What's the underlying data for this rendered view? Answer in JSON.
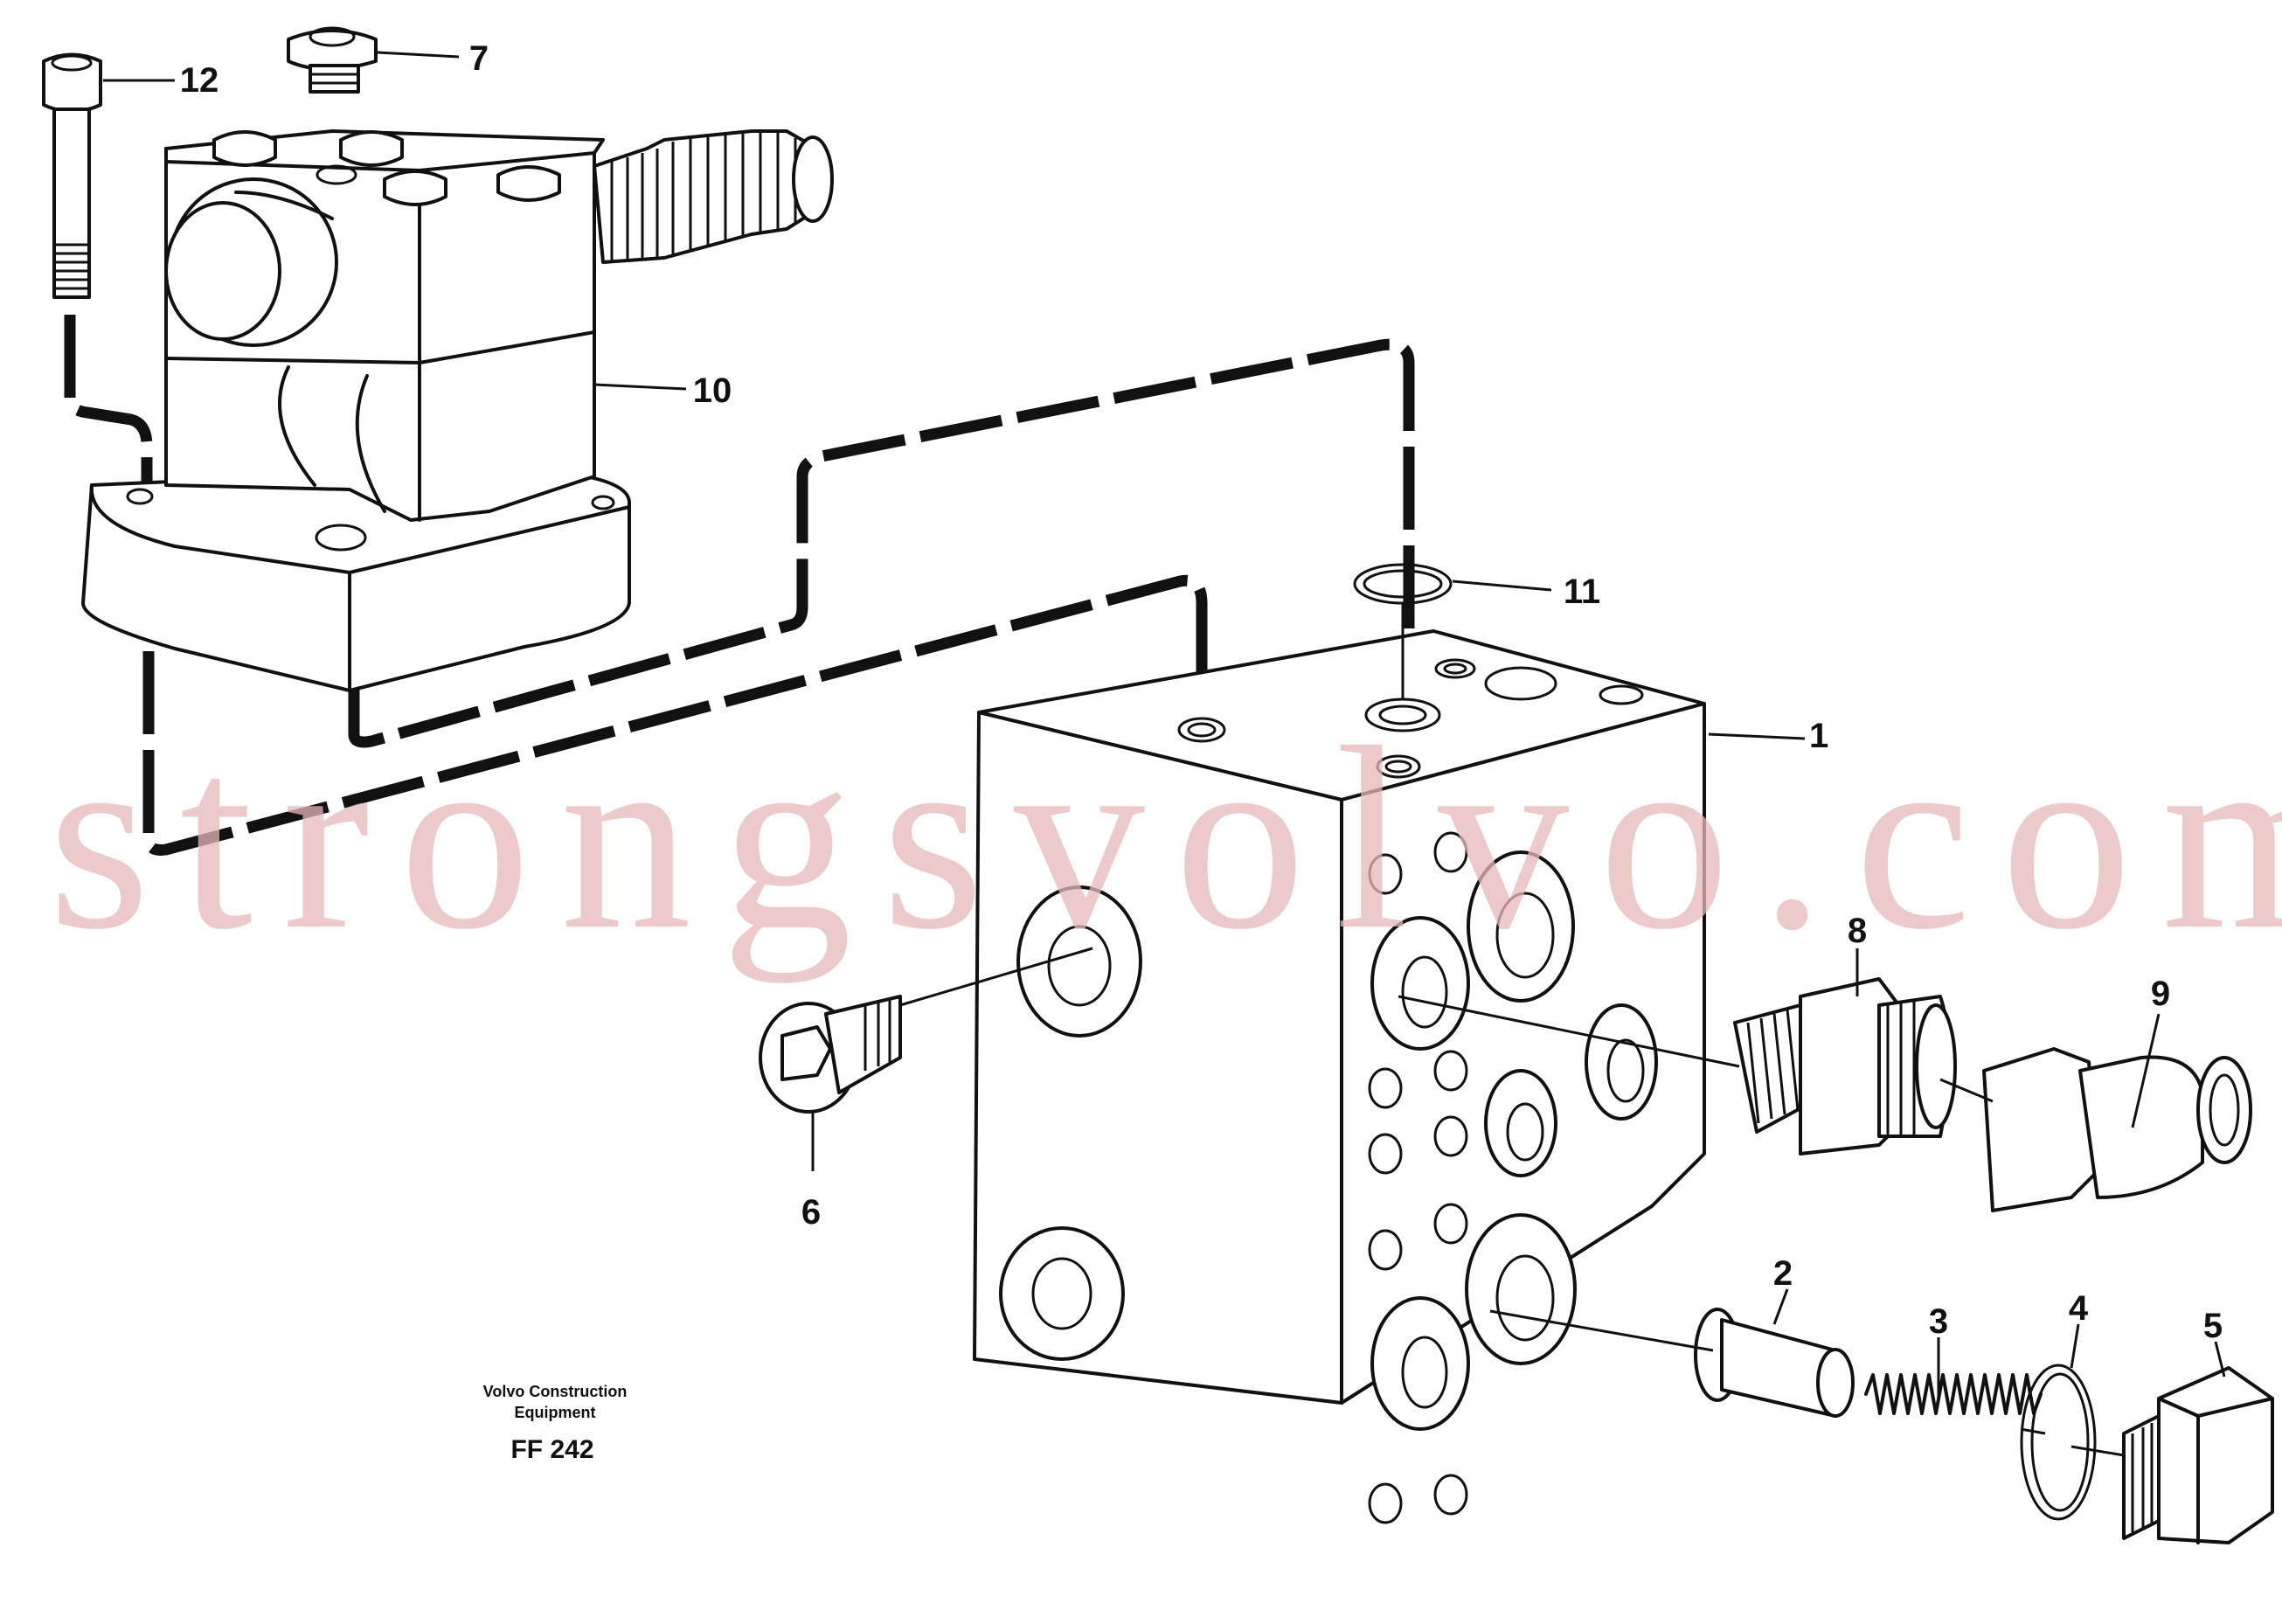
{
  "diagram": {
    "callouts": [
      {
        "id": "c1",
        "label": "1"
      },
      {
        "id": "c2",
        "label": "2"
      },
      {
        "id": "c3",
        "label": "3"
      },
      {
        "id": "c4",
        "label": "4"
      },
      {
        "id": "c5",
        "label": "5"
      },
      {
        "id": "c6",
        "label": "6"
      },
      {
        "id": "c7",
        "label": "7"
      },
      {
        "id": "c8",
        "label": "8"
      },
      {
        "id": "c9",
        "label": "9"
      },
      {
        "id": "c10",
        "label": "10"
      },
      {
        "id": "c11",
        "label": "11"
      },
      {
        "id": "c12",
        "label": "12"
      }
    ],
    "caption": {
      "company_line1": "Volvo Construction",
      "company_line2": "Equipment",
      "figure_code": "FF 242"
    },
    "watermark": "strongsvolvo.com"
  }
}
